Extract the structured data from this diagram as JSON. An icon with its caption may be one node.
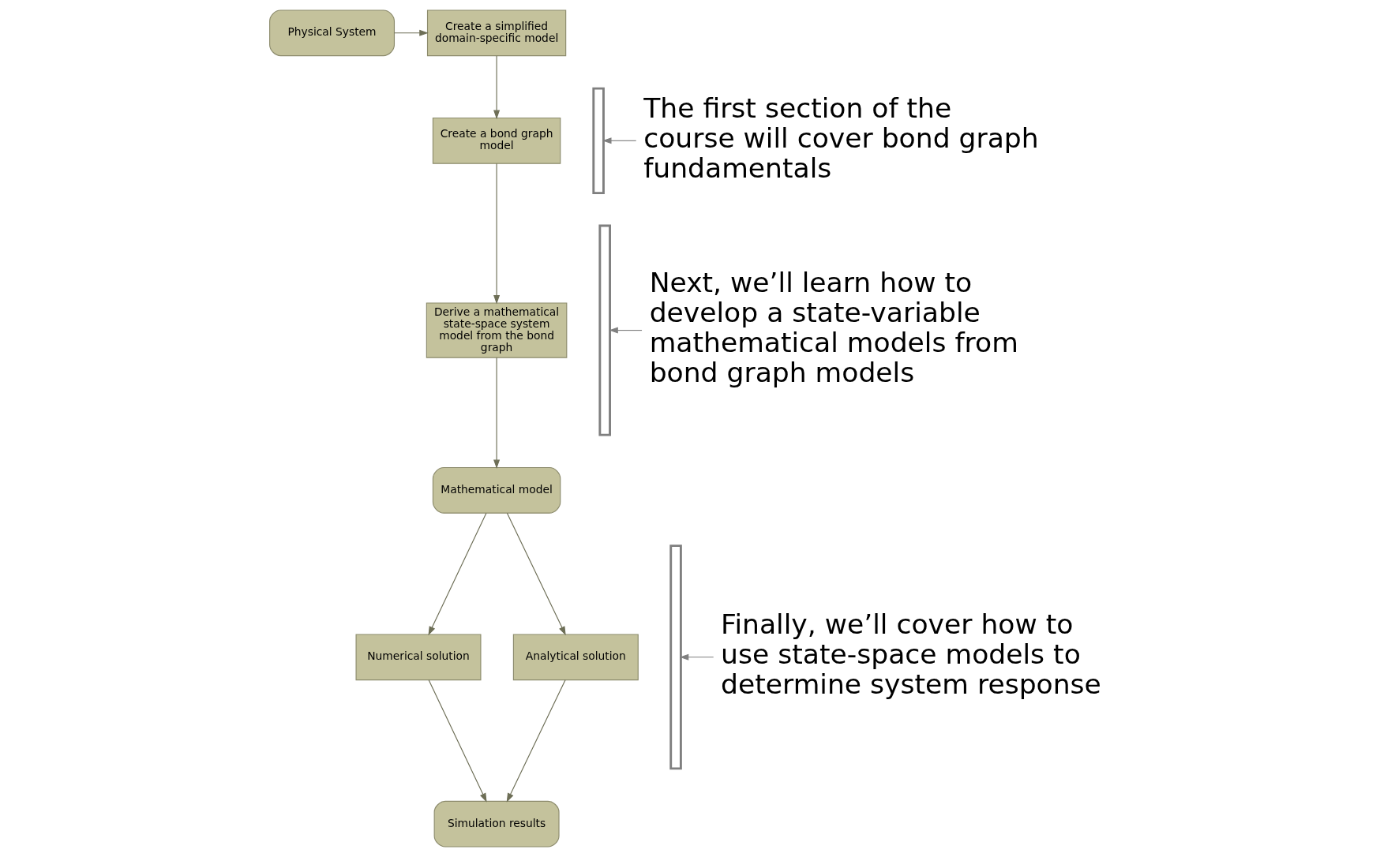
{
  "diagram": {
    "nodes": [
      {
        "text": [
          "Physical System"
        ]
      },
      {
        "text": [
          "Create a simplified domain-specific model"
        ]
      },
      {
        "text": [
          "Create a bond graph model"
        ]
      },
      {
        "text": [
          "Derive a mathematical state-space system model from the bond graph"
        ]
      },
      {
        "text": [
          "Mathematical model"
        ]
      },
      {
        "text": [
          "Numerical solution"
        ]
      },
      {
        "text": [
          "Analytical solution"
        ]
      },
      {
        "text": [
          "Simulation results"
        ]
      },
      {
        "text": [],
        "shape": "bracket"
      },
      {
        "text": [],
        "shape": "bracket"
      },
      {
        "text": [],
        "shape": "bracket"
      },
      {
        "text": [
          "The first section of the course will cover bond graph fundamentals"
        ]
      },
      {
        "text": [
          "Next, we’ll learn how to develop a state-variable mathematical models from bond graph models"
        ]
      },
      {
        "text": [
          "Finally, we’ll cover how to use state-space models to determine system response"
        ]
      }
    ],
    "edges": [
      {
        "from": 0,
        "to": 1,
        "arrow": "to"
      },
      {
        "from": 1,
        "to": 2,
        "arrow": "to"
      },
      {
        "from": 2,
        "to": 3,
        "arrow": "to"
      },
      {
        "from": 3,
        "to": 4,
        "arrow": "to"
      },
      {
        "from": 4,
        "to": 5,
        "arrow": "to"
      },
      {
        "from": 4,
        "to": 6,
        "arrow": "to"
      },
      {
        "from": 5,
        "to": 7,
        "arrow": "to"
      },
      {
        "from": 6,
        "to": 7,
        "arrow": "to"
      },
      {
        "from": 11,
        "to": 8,
        "arrow": "to",
        "color": "#7f7f7f"
      },
      {
        "from": 12,
        "to": 9,
        "arrow": "to",
        "color": "#7f7f7f"
      },
      {
        "from": 13,
        "to": 10,
        "arrow": "to",
        "color": "#7f7f7f"
      }
    ]
  }
}
